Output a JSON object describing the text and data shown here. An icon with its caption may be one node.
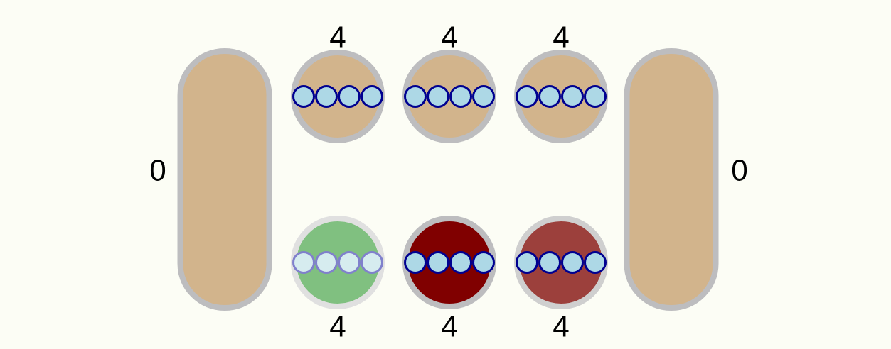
{
  "diagram": {
    "nodes": [
      {
        "text": [
          "4"
        ]
      },
      {
        "text": [
          "4"
        ]
      },
      {
        "text": [
          "4"
        ]
      },
      {
        "text": [
          "0"
        ]
      },
      {
        "text": [
          "0"
        ]
      },
      {
        "text": [
          "4"
        ]
      },
      {
        "text": [
          "4"
        ]
      },
      {
        "text": [
          "4"
        ]
      }
    ]
  }
}
